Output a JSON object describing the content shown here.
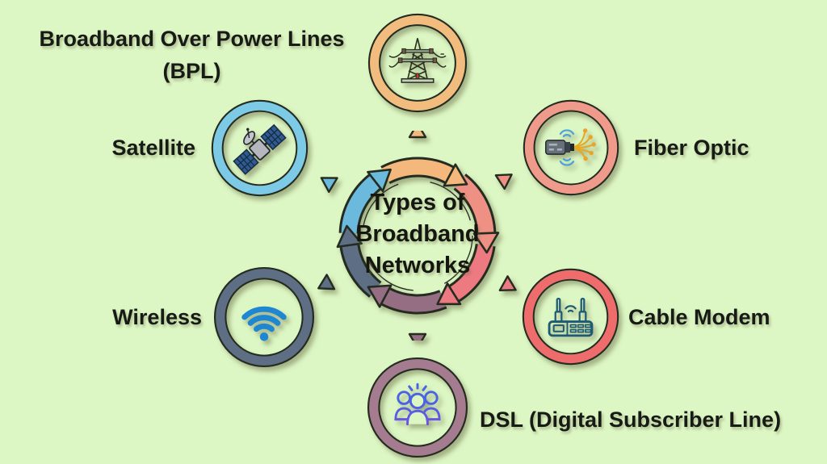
{
  "title": {
    "text": "Types of\nBroadband\nNetworks"
  },
  "nodes": [
    {
      "label": "Broadband Over Power Lines (BPL)",
      "icon": "power-tower-icon",
      "ring_color": "#f2bc7e",
      "position": "top"
    },
    {
      "label": "Satellite",
      "icon": "satellite-icon",
      "ring_color": "#7ccae6",
      "position": "upper-left"
    },
    {
      "label": "Fiber Optic",
      "icon": "fiber-optic-icon",
      "ring_color": "#f09a8c",
      "position": "upper-right"
    },
    {
      "label": "Wireless",
      "icon": "wifi-icon",
      "ring_color": "#5d6e85",
      "position": "lower-left"
    },
    {
      "label": "Cable Modem",
      "icon": "cable-modem-icon",
      "ring_color": "#ee6c6c",
      "position": "lower-right"
    },
    {
      "label": "DSL (Digital Subscriber Line)",
      "icon": "people-group-icon",
      "ring_color": "#a57b90",
      "position": "bottom"
    }
  ],
  "center_ring": {
    "direction": "clockwise",
    "segments": [
      {
        "name": "blue",
        "color": "#6cb9de"
      },
      {
        "name": "orange",
        "color": "#f4b87c"
      },
      {
        "name": "salmon",
        "color": "#ee9184"
      },
      {
        "name": "red",
        "color": "#ec7a80"
      },
      {
        "name": "maroon",
        "color": "#966e83"
      },
      {
        "name": "slate",
        "color": "#5d6e85"
      }
    ]
  },
  "colors": {
    "background": "#ddf7c4",
    "outline": "#242c20",
    "text": "#181a16",
    "wifi_blue": "#1f87d2",
    "fiber_yellow": "#e7a81f",
    "fiber_signal_blue": "#49a2d8",
    "modem_teal": "#1d5a74",
    "satellite_panel_blue": "#2e5c92",
    "people_gradient_top": "#4a63e4",
    "people_gradient_bottom": "#cb36d6"
  }
}
